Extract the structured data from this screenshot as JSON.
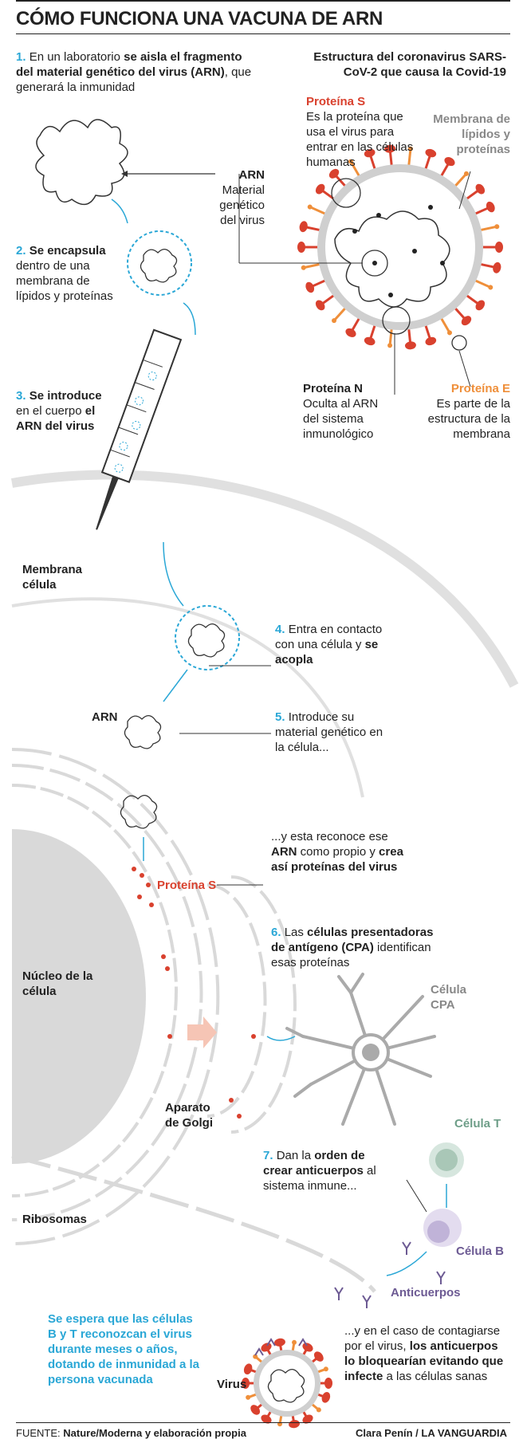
{
  "title": "CÓMO FUNCIONA UNA VACUNA DE ARN",
  "step1": {
    "num": "1.",
    "pre": "En un laboratorio ",
    "bold": "se aisla el fragmento del material genético del virus (ARN)",
    "post": ", que generará la inmunidad"
  },
  "step2": {
    "num": "2.",
    "bold": "Se encapsula",
    "post": " dentro de una membrana de lípidos y proteínas"
  },
  "step3": {
    "num": "3.",
    "bold": "Se introduce",
    "mid": " en el cuerpo ",
    "bold2": "el ARN del virus"
  },
  "arn_label": {
    "title": "ARN",
    "desc": "Material genético del virus"
  },
  "coronavirus": {
    "title": "Estructura del coronavirus SARS-CoV-2 que causa la Covid-19",
    "protein_s": {
      "name": "Proteína S",
      "desc": "Es la proteína que usa el virus para entrar en las células humanas"
    },
    "membrane": "Membrana de lípidos y proteínas",
    "protein_n": {
      "name": "Proteína N",
      "desc": "Oculta al ARN del sistema inmunológico"
    },
    "protein_e": {
      "name": "Proteína E",
      "desc": "Es parte de la estructura de la membrana"
    }
  },
  "membrana_celula": "Membrana célula",
  "step4": {
    "num": "4.",
    "pre": "Entra en contacto con una célula y ",
    "bold": "se acopla"
  },
  "arn2": "ARN",
  "step5": {
    "num": "5.",
    "text": "Introduce su material genético en la célula..."
  },
  "step5b": {
    "pre": "...y esta reconoce ese ",
    "bold": "ARN",
    "mid": " como propio y ",
    "bold2": "crea así proteínas del virus"
  },
  "proteina_s2": "Proteína S",
  "nucleo": "Núcleo de la célula",
  "step6": {
    "num": "6.",
    "pre": "Las ",
    "bold": "células presentadoras de antígeno (CPA)",
    "post": " identifican esas proteínas"
  },
  "celula_cpa": "Célula CPA",
  "aparato": "Aparato de Golgi",
  "celula_t": "Célula T",
  "step7": {
    "num": "7.",
    "pre": "Dan la ",
    "bold": "orden de crear anticuerpos",
    "post": " al sistema inmune..."
  },
  "celula_b": "Célula B",
  "ribosomas": "Ribosomas",
  "anticuerpos": "Anticuerpos",
  "conclusion": "Se espera que las células B y T reconozcan el virus durante meses o años, dotando de inmunidad a la persona vacunada",
  "virus_label": "Virus",
  "final": {
    "pre": "...y en el caso de contagiarse por el virus, ",
    "bold": "los anticuerpos lo bloquearían evitando que infecte",
    "post": " a las células sanas"
  },
  "footer": {
    "source_label": "FUENTE:",
    "source": "Nature/Moderna y elaboración propia",
    "credit": "Clara Penín / LA VANGUARDIA"
  },
  "colors": {
    "accent": "#2aa7d6",
    "red": "#d9412e",
    "orange": "#ef8f3a",
    "virus_gray": "#c8c8c8"
  }
}
